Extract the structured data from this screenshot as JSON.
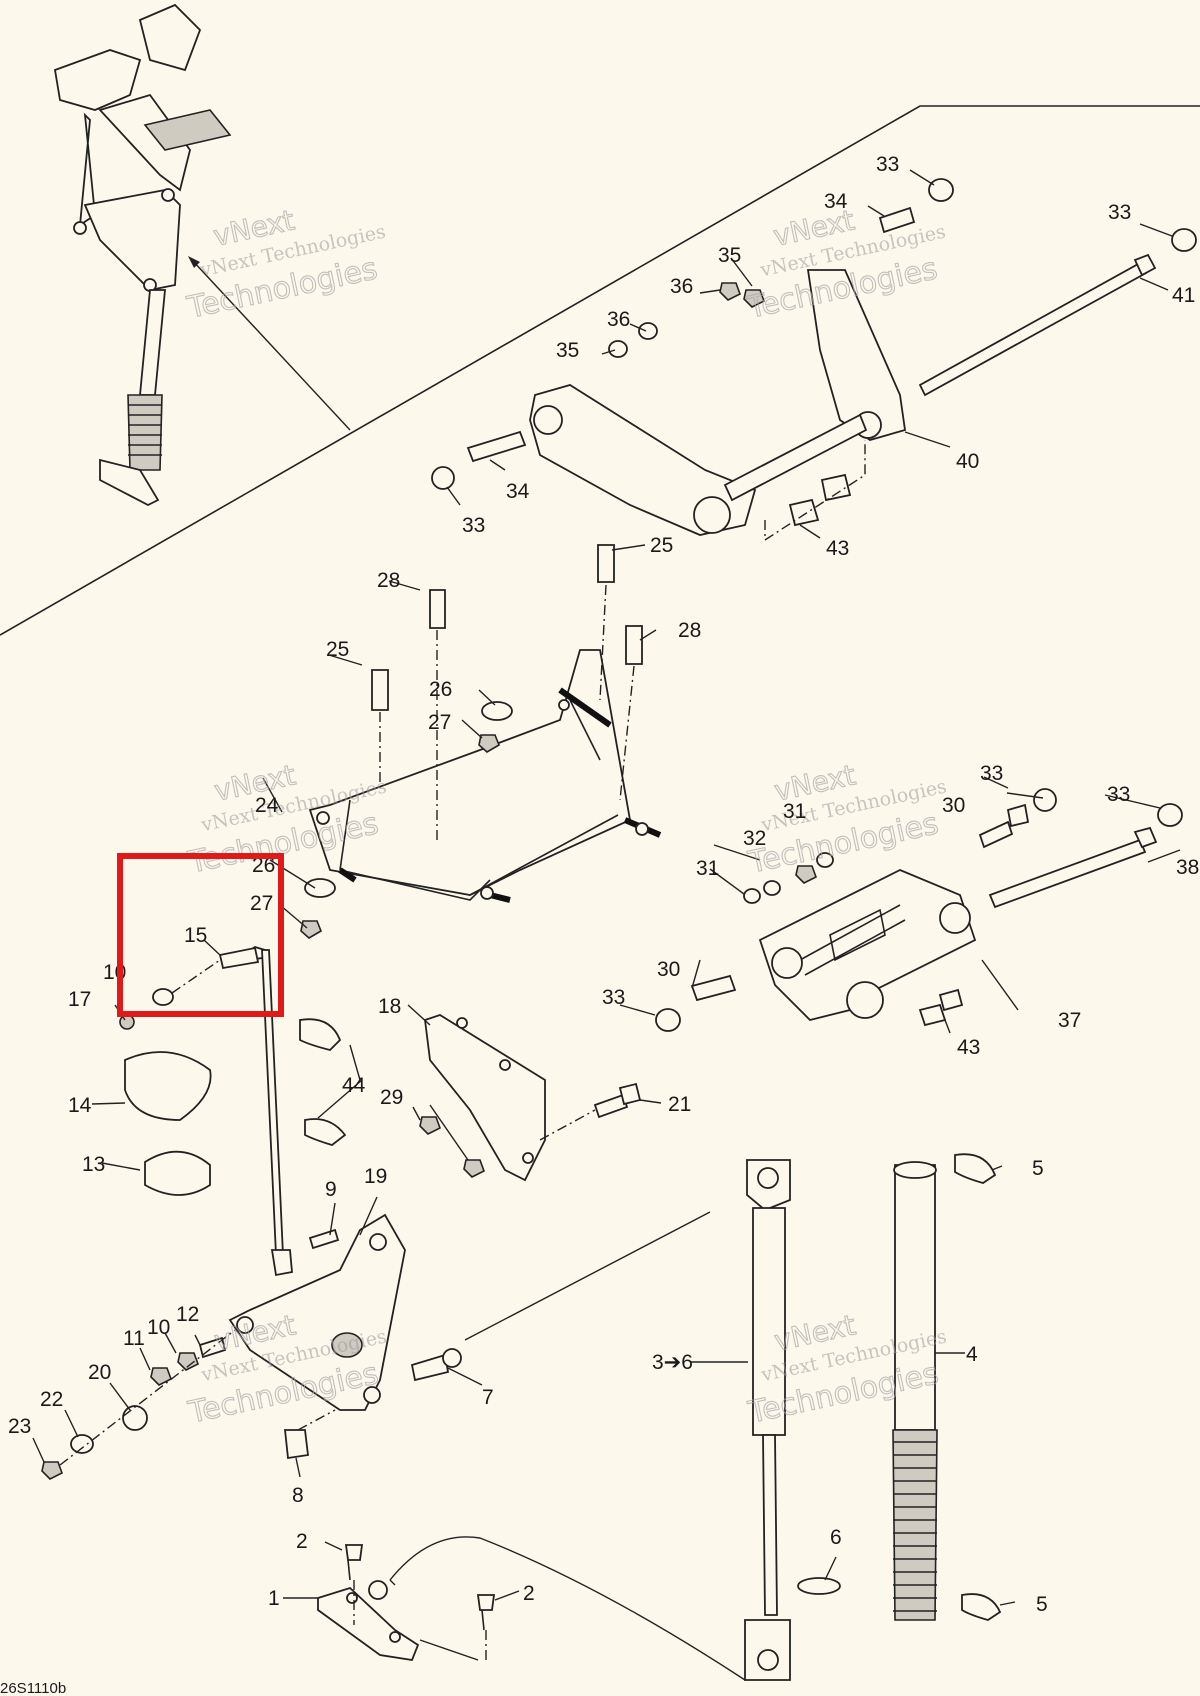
{
  "diagram": {
    "drawing_code": "26S1110b",
    "watermark": {
      "line1": "vNext Technologies",
      "line2": "Technologies",
      "top": "vNext"
    },
    "highlight": {
      "color": "#e0191b",
      "target_label": "15"
    },
    "callouts": {
      "c1": "1",
      "c2a": "2",
      "c2b": "2",
      "c3": "3➔6",
      "c4": "4",
      "c5a": "5",
      "c5b": "5",
      "c6": "6",
      "c7": "7",
      "c8": "8",
      "c9": "9",
      "c10a": "10",
      "c10b": "10",
      "c11": "11",
      "c12": "12",
      "c13": "13",
      "c14": "14",
      "c15": "15",
      "c17": "17",
      "c18": "18",
      "c19": "19",
      "c20": "20",
      "c21": "21",
      "c22": "22",
      "c23": "23",
      "c24": "24",
      "c25a": "25",
      "c25b": "25",
      "c26a": "26",
      "c26b": "26",
      "c27a": "27",
      "c27b": "27",
      "c28a": "28",
      "c28b": "28",
      "c29": "29",
      "c30a": "30",
      "c30b": "30",
      "c31a": "31",
      "c31b": "31",
      "c32": "32",
      "c33a": "33",
      "c33b": "33",
      "c33c": "33",
      "c33d": "33",
      "c33e": "33",
      "c33f": "33",
      "c34a": "34",
      "c34b": "34",
      "c35a": "35",
      "c35b": "35",
      "c36a": "36",
      "c36b": "36",
      "c37": "37",
      "c38": "38",
      "c40": "40",
      "c41": "41",
      "c43a": "43",
      "c43b": "43",
      "c44": "44"
    }
  }
}
